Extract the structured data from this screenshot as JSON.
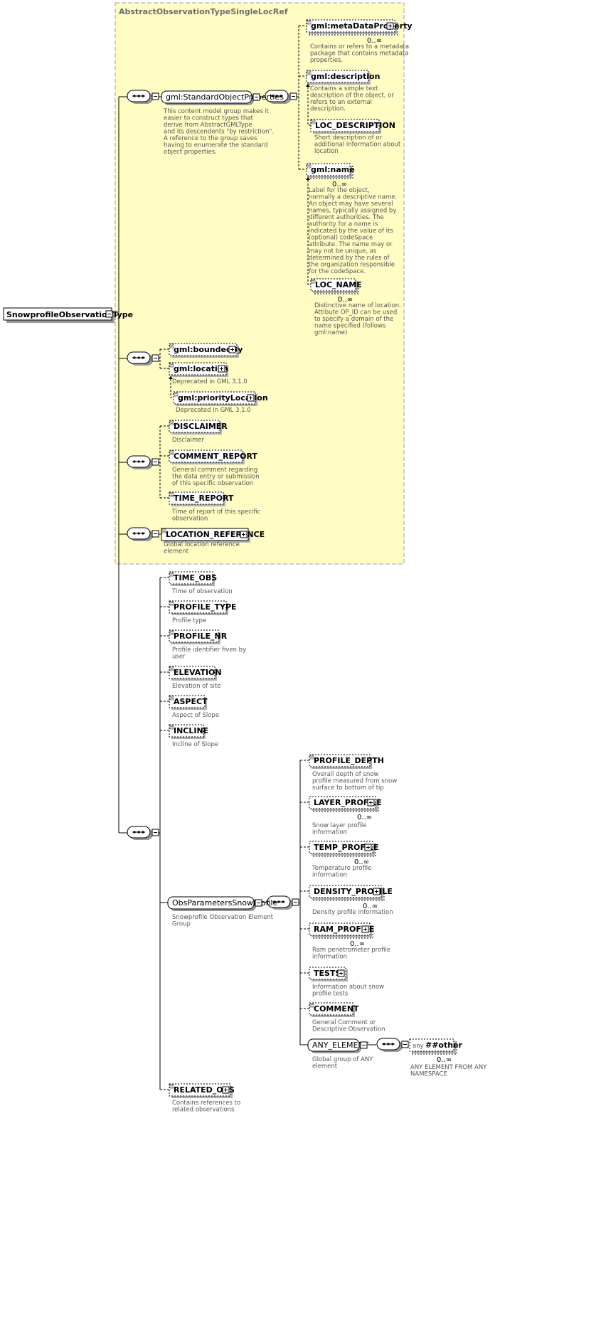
{
  "diagram": {
    "type_name": "AbstractObservationTypeSingleLocRef",
    "root": "SnowprofileObservationType",
    "colors": {
      "base_fill": "#fffcc4",
      "base_border": "#a0a0a0",
      "line": "#000000",
      "annotation": "#555555",
      "title": "#6d6d6d"
    },
    "groups": [
      {
        "id": "std",
        "name": "gml:StandardObjectProperties",
        "doc": [
          "This content model group makes it",
          "easier to construct types that",
          "derive from AbstractGMLType",
          "and its descendents \"by restriction\".",
          "A reference to the group saves",
          "having to enumerate the standard",
          "object properties."
        ]
      },
      {
        "id": "obs",
        "name": "ObsParametersSnowProfile",
        "doc": [
          "Snowprofile Observation Element",
          "Group"
        ]
      },
      {
        "id": "any",
        "name": "ANY_ELEMENT",
        "doc": [
          "Global group of ANY",
          "element"
        ]
      }
    ],
    "elements": [
      {
        "id": "meta",
        "name": "gml:metaDataProperty",
        "card": "0..∞",
        "doc": [
          "Contains or refers to a metadata",
          "package that contains metadata",
          "properties."
        ]
      },
      {
        "id": "desc",
        "name": "gml:description",
        "card": "",
        "doc": [
          "Contains a simple text",
          "description of the object, or",
          "refers to an external",
          "description."
        ]
      },
      {
        "id": "locdesc",
        "name": "LOC_DESCRIPTION",
        "card": "",
        "doc": [
          "Short description of or",
          "additional information about",
          "location"
        ]
      },
      {
        "id": "gmlname",
        "name": "gml:name",
        "card": "0..∞",
        "doc": [
          "Label for the object,",
          "normally a descriptive name.",
          "An object may have several",
          "names, typically assigned by",
          "different authorities.  The",
          "authority for a name is",
          "indicated by the value of its",
          "(optional) codeSpace",
          "attribute.  The name may or",
          "may not be unique, as",
          "determined by the rules of",
          "the organization responsible",
          "for the codeSpace."
        ]
      },
      {
        "id": "locname",
        "name": "LOC_NAME",
        "card": "0..∞",
        "doc": [
          "Distinctive name of location.",
          "Attibute OP_ID can be used",
          "to specify a domain of the",
          "name specified (follows",
          "gml:name)"
        ]
      },
      {
        "id": "bounded",
        "name": "gml:boundedBy",
        "card": "",
        "doc": []
      },
      {
        "id": "location",
        "name": "gml:location",
        "card": "",
        "doc": [
          "Deprecated in GML 3.1.0"
        ]
      },
      {
        "id": "prio",
        "name": "gml:priorityLocation",
        "card": "",
        "doc": [
          "Deprecated in GML 3.1.0"
        ]
      },
      {
        "id": "disc",
        "name": "DISCLAIMER",
        "card": "",
        "doc": [
          "Disclaimer"
        ]
      },
      {
        "id": "comrep",
        "name": "COMMENT_REPORT",
        "card": "",
        "doc": [
          "General comment regarding",
          "the data entry or submission",
          "of this specific observation"
        ]
      },
      {
        "id": "timerep",
        "name": "TIME_REPORT",
        "card": "",
        "doc": [
          "Time of report of this specific",
          "observation"
        ]
      },
      {
        "id": "locref",
        "name": "LOCATION_REFERENCE",
        "card": "",
        "doc": [
          "Global location reference",
          "element"
        ]
      },
      {
        "id": "timeobs",
        "name": "TIME_OBS",
        "card": "",
        "doc": [
          "Time of observation"
        ]
      },
      {
        "id": "proftype",
        "name": "PROFILE_TYPE",
        "card": "",
        "doc": [
          "Profile type"
        ]
      },
      {
        "id": "profnr",
        "name": "PROFILE_NR",
        "card": "",
        "doc": [
          "Profile identifier fiven by",
          "user"
        ]
      },
      {
        "id": "elev",
        "name": "ELEVATION",
        "card": "",
        "doc": [
          "Elevation of site"
        ]
      },
      {
        "id": "aspect",
        "name": "ASPECT",
        "card": "",
        "doc": [
          "Aspect of Slope"
        ]
      },
      {
        "id": "incline",
        "name": "INCLINE",
        "card": "",
        "doc": [
          "Incline of Slope"
        ]
      },
      {
        "id": "pdepth",
        "name": "PROFILE_DEPTH",
        "card": "",
        "doc": [
          "Overall depth of snow",
          "profile measured from snow",
          "surface to bottom of tip"
        ]
      },
      {
        "id": "layer",
        "name": "LAYER_PROFILE",
        "card": "0..∞",
        "doc": [
          "Snow layer profile",
          "information"
        ]
      },
      {
        "id": "temp",
        "name": "TEMP_PROFILE",
        "card": "0..∞",
        "doc": [
          "Temperature  profile",
          "information"
        ]
      },
      {
        "id": "dens",
        "name": "DENSITY_PROFILE",
        "card": "0..∞",
        "doc": [
          "Density profile information"
        ]
      },
      {
        "id": "ram",
        "name": "RAM_PROFILE",
        "card": "0..∞",
        "doc": [
          "Ram penetrometer profile",
          "information"
        ]
      },
      {
        "id": "tests",
        "name": "TESTS",
        "card": "",
        "doc": [
          "Information about snow",
          "profile tests"
        ]
      },
      {
        "id": "comment",
        "name": "COMMENT",
        "card": "",
        "doc": [
          "General Comment or",
          "Descriptive Observation"
        ]
      },
      {
        "id": "other",
        "name": "##other",
        "prefix": "any",
        "card": "0..∞",
        "doc": [
          "ANY ELEMENT FROM ANY",
          "NAMESPACE"
        ]
      },
      {
        "id": "related",
        "name": "RELATED_OBS",
        "card": "",
        "doc": [
          "Contains references to",
          "related observations"
        ]
      }
    ]
  }
}
